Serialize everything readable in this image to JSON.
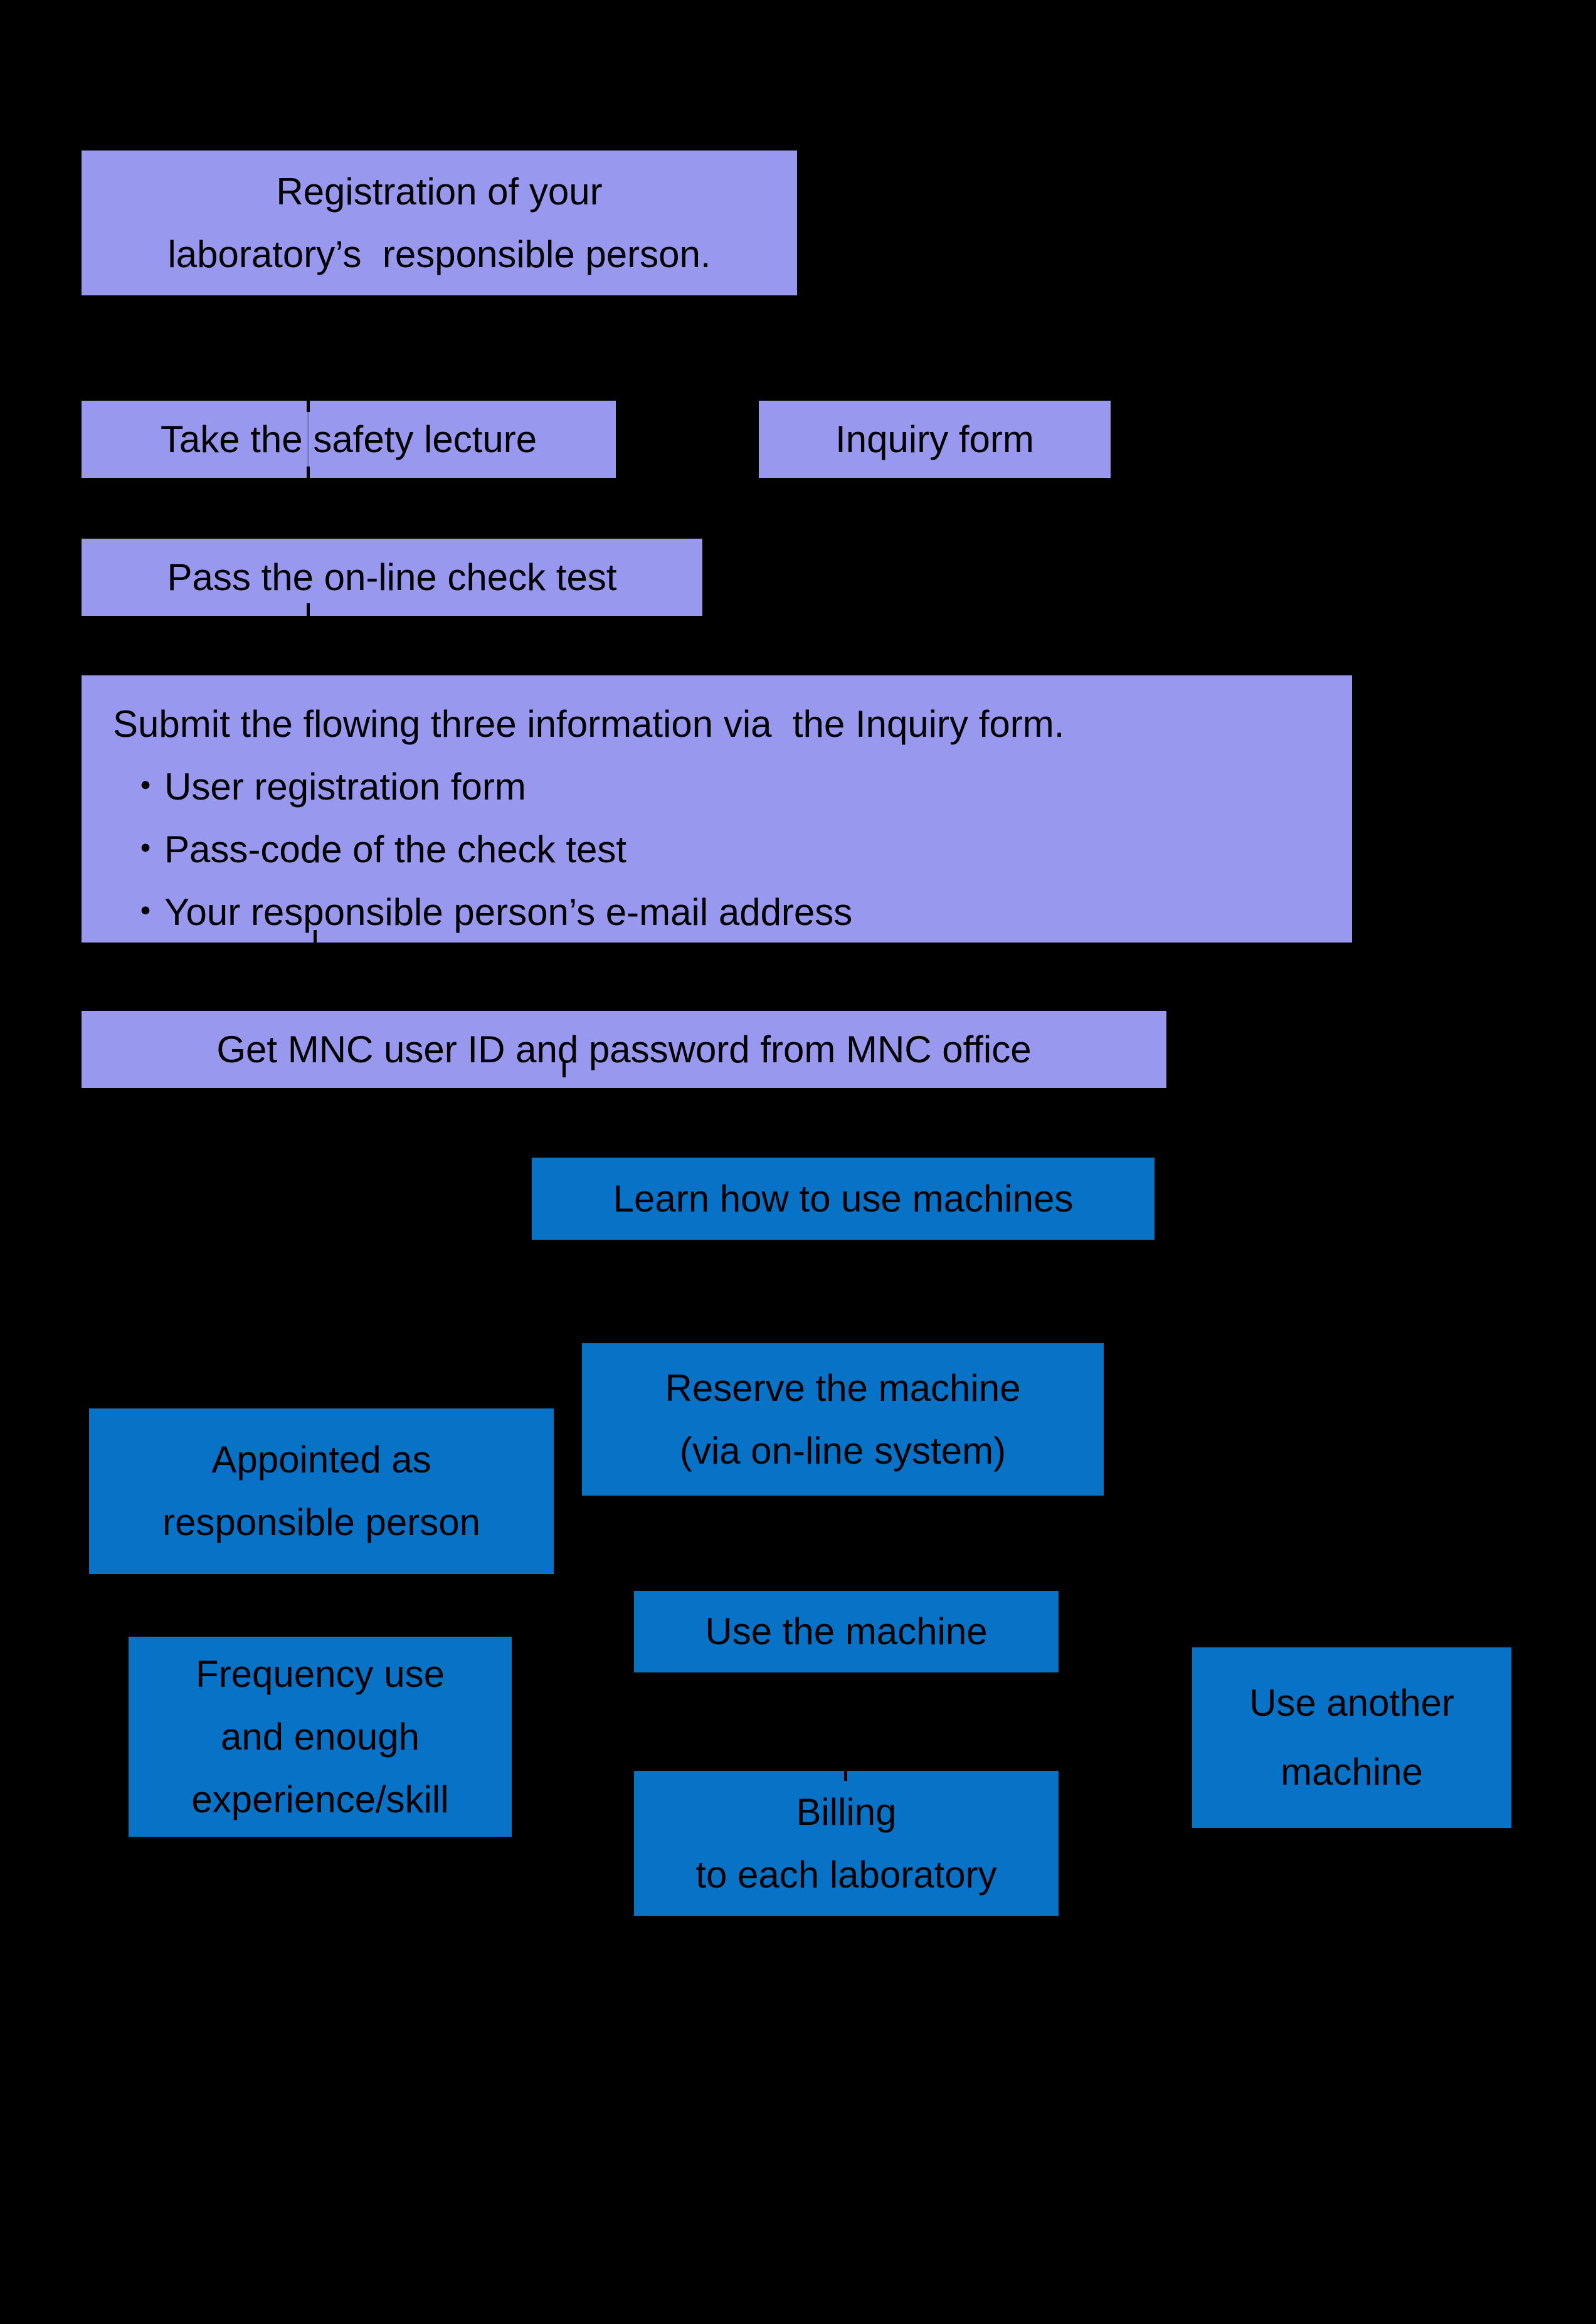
{
  "colors": {
    "background": "#000000",
    "purple_box": "#9899EE",
    "blue_box": "#0873C6",
    "text": "#000000"
  },
  "boxes": {
    "registration": {
      "lines": [
        "Registration of your",
        "laboratory’s  responsible person."
      ]
    },
    "safety": {
      "lines": [
        "Take the safety lecture"
      ]
    },
    "inquiry": {
      "lines": [
        "Inquiry form"
      ]
    },
    "pass": {
      "lines": [
        "Pass the on-line check test"
      ]
    },
    "submit": {
      "title": "Submit the flowing three information via  the Inquiry form.",
      "bullets": [
        "・User registration form",
        "・Pass-code of the check test",
        "・Your responsible person’s e-mail address"
      ]
    },
    "get_id": {
      "lines": [
        "Get MNC user ID and password from MNC office"
      ]
    },
    "learn": {
      "lines": [
        "Learn how to use machines"
      ]
    },
    "reserve": {
      "lines": [
        "Reserve the machine",
        "(via on-line system)"
      ]
    },
    "appointed": {
      "lines": [
        "Appointed as",
        "responsible person"
      ]
    },
    "use": {
      "lines": [
        "Use the machine"
      ]
    },
    "frequency": {
      "lines": [
        "Frequency use",
        "and enough",
        "experience/skill"
      ]
    },
    "another": {
      "lines": [
        "Use another",
        "machine"
      ]
    },
    "billing": {
      "lines": [
        "Billing",
        "to each laboratory"
      ]
    }
  }
}
